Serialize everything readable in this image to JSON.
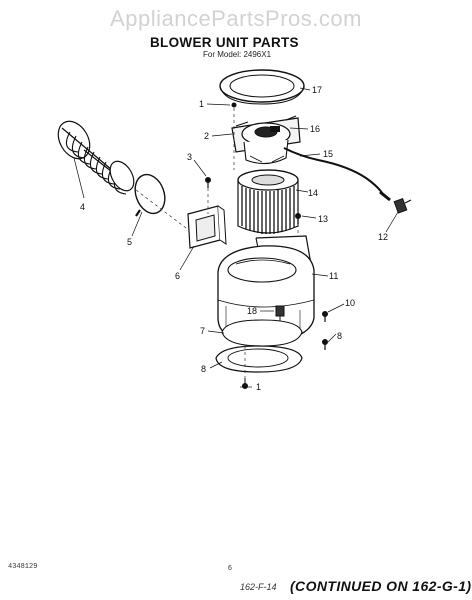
{
  "watermark": "AppliancePartsPros.com",
  "title": "BLOWER UNIT PARTS",
  "subtitle": "For Model: 2496X1",
  "callouts": {
    "c1a": "1",
    "c1b": "1",
    "c2": "2",
    "c3": "3",
    "c4": "4",
    "c5": "5",
    "c6": "6",
    "c7": "7",
    "c8a": "8",
    "c8b": "8",
    "c10": "10",
    "c11": "11",
    "c12": "12",
    "c13": "13",
    "c14": "14",
    "c15": "15",
    "c16": "16",
    "c17": "17",
    "c18": "18"
  },
  "footer": {
    "doc_number": "4348129",
    "page_number": "6",
    "page_ref": "162-F-14",
    "continued": "(CONTINUED ON 162-G-1)"
  }
}
